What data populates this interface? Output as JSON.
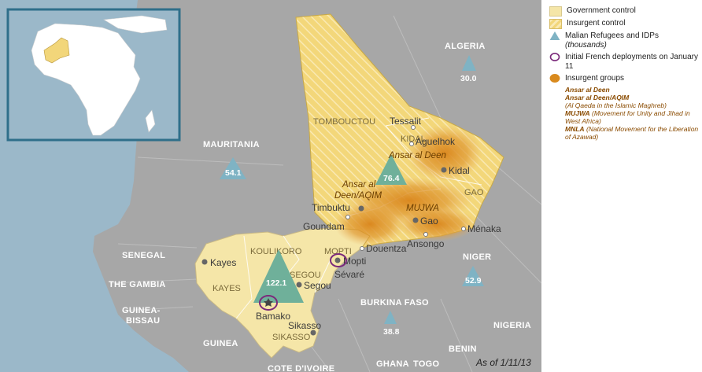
{
  "legend": {
    "items": [
      {
        "label": "Government control"
      },
      {
        "label": "Insurgent control"
      },
      {
        "label": "Malian Refugees and IDPs",
        "note": "(thousands)"
      },
      {
        "label": "Initial French deployments on January 11"
      },
      {
        "label": "Insurgent groups"
      }
    ],
    "groups": [
      {
        "name": "Ansar al Deen",
        "desc": ""
      },
      {
        "name": "Ansar al Deen/AQIM",
        "desc": "(Al Qaeda in the Islamic Maghreb)"
      },
      {
        "name": "MUJWA",
        "desc": "(Movement for Unity and Jihad in West Africa)"
      },
      {
        "name": "MNLA",
        "desc": "(National Movement for the Liberation of Azawad)"
      }
    ]
  },
  "countries": {
    "algeria": "ALGERIA",
    "mauritania": "MAURITANIA",
    "senegal": "SENEGAL",
    "gambia": "THE GAMBIA",
    "guinea_bissau_1": "GUINEA-",
    "guinea_bissau_2": "BISSAU",
    "guinea": "GUINEA",
    "burkina": "BURKINA FASO",
    "niger": "NIGER",
    "nigeria": "NIGERIA",
    "benin": "BENIN",
    "ghana": "GHANA",
    "togo": "TOGO",
    "cote": "COTE D'IVOIRE"
  },
  "regions": {
    "tombouctou": "TOMBOUCTOU",
    "kidal": "KIDAL",
    "gao": "GAO",
    "mopti": "MOPTI",
    "koulikoro": "KOULIKORO",
    "segou": "SEGOU",
    "kayes": "KAYES",
    "sikasso": "SIKASSO"
  },
  "cities": {
    "tessalit": "Tessalit",
    "aguelhok": "Aguelhok",
    "kidal": "Kidal",
    "timbuktu": "Timbuktu",
    "goundam": "Goundam",
    "gao": "Gao",
    "menaka": "Ménaka",
    "ansongo": "Ansongo",
    "douentza": "Douentza",
    "mopti": "Mopti",
    "sevare": "Sévaré",
    "kayes": "Kayes",
    "segou": "Segou",
    "bamako": "Bamako",
    "sikasso": "Sikasso"
  },
  "map_groups": {
    "ansar1": "Ansar al Deen",
    "ansar2a": "Ansar al",
    "ansar2b": "Deen/AQIM",
    "mujwa": "MUJWA"
  },
  "refugees": {
    "algeria": "30.0",
    "mauritania": "54.1",
    "north": "76.4",
    "south": "122.1",
    "burkina": "38.8",
    "niger": "52.9"
  },
  "as_of": "As of 1/11/13",
  "colors": {
    "ocean": "#9bb8c9",
    "land": "#a7a7a7",
    "gov": "#f5e6a8",
    "insurgent": "#f2d67a",
    "refugee": "#7fb3c4",
    "french": "#7b2a7b",
    "groups": "#d98a1e"
  }
}
